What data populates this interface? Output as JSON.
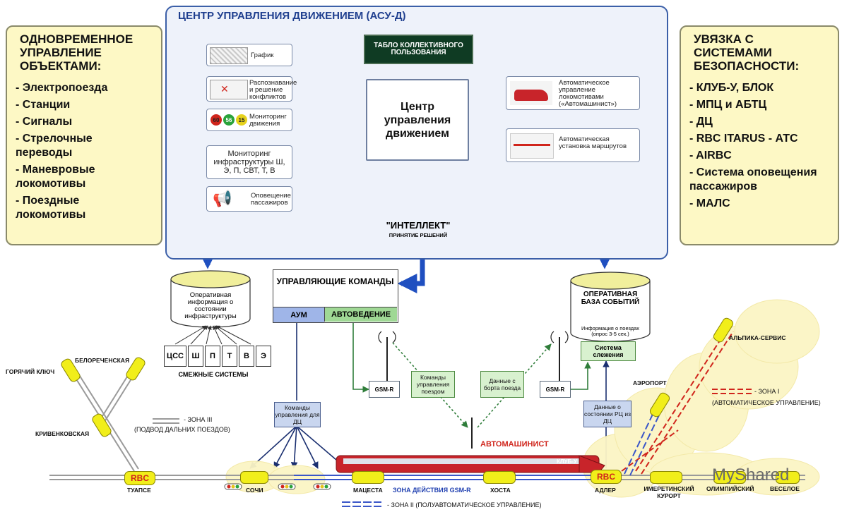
{
  "center": {
    "title": "ЦЕНТР УПРАВЛЕНИЯ ДВИЖЕНИЕМ (АСУ-Д)",
    "tablo": "ТАБЛО КОЛЛЕКТИВНОГО ПОЛЬЗОВАНИЯ",
    "main_block": "Центр управления движением",
    "modules": {
      "grafik": "График",
      "conflicts": "Распознавание и решение конфликтов",
      "monitoring_dv": "Мониторинг движения",
      "monitoring_infra": "Мониторинг инфраструктуры Ш, Э, П, СВТ, Т, В",
      "opoveshenie": "Оповещение пассажиров",
      "auto_loco": "Автоматическое управление локомотивами («Автомашинист»)",
      "auto_routes": "Автоматическая установка маршрутов"
    },
    "signals": [
      "60",
      "56",
      "15"
    ],
    "intellekt_title": "\"ИНТЕЛЛЕКТ\"",
    "intellekt_sub": "ПРИНЯТИЕ РЕШЕНИЙ"
  },
  "left_box": {
    "title": "ОДНОВРЕМЕННОЕ УПРАВЛЕНИЕ ОБЪЕКТАМИ:",
    "items": [
      "- Электропоезда",
      "- Станции",
      "- Сигналы",
      "- Стрелочные переводы",
      "- Маневровые локомотивы",
      "- Поездные локомотивы"
    ]
  },
  "right_box": {
    "title": "УВЯЗКА С СИСТЕМАМИ БЕЗОПАСНОСТИ:",
    "items": [
      "- КЛУБ-У, БЛОК",
      "- МПЦ и АБТЦ",
      "- ДЦ",
      "- RBC  ITARUS - АТС",
      "- AIRBC",
      "- Система оповещения пассажиров",
      "- МАЛС"
    ]
  },
  "lower": {
    "oper_info": "Оперативная информация о состоянии инфраструктуры",
    "smezh_cells": [
      "ЦСС",
      "Ш",
      "П",
      "Т",
      "В",
      "Э"
    ],
    "smezh_label": "СМЕЖНЫЕ СИСТЕМЫ",
    "upr_komandy": "УПРАВЛЯЮЩИЕ КОМАНДЫ",
    "aum": "АУМ",
    "avtovedenie": "АВТОВЕДЕНИЕ",
    "oper_baza": "ОПЕРАТИВНАЯ БАЗА СОБЫТИЙ",
    "oper_baza_sub": "Информация о поездах (опрос 3-5 сек.)",
    "sistema_slezh": "Система слежения",
    "gsm_left": "GSM-R",
    "gsm_right": "GSM-R",
    "komandy_poezdom": "Команды управления поездом",
    "dannye_borta": "Данные с борта поезда",
    "komandy_dc": "Команды управления для ДЦ",
    "dannye_rc": "Данные о состоянии РЦ из ДЦ",
    "avtomashinist": "АВТОМАШИНИСТ",
    "klub": "КЛУБ-У",
    "zona_gsm": "ЗОНА ДЕЙСТВИЯ GSM-R",
    "zona1": "- ЗОНА I",
    "zona1_sub": "(АВТОМАТИЧЕСКОЕ УПРАВЛЕНИЕ)",
    "zona2": "- ЗОНА II (ПОЛУАВТОМАТИЧЕСКОЕ УПРАВЛЕНИЕ)",
    "zona3": "- ЗОНА III",
    "zona3_sub": "(ПОДВОД ДАЛЬНИХ ПОЕЗДОВ)"
  },
  "stations": {
    "belorechenskaya": "БЕЛОРЕЧЕНСКАЯ",
    "goryachiy": "ГОРЯЧИЙ КЛЮЧ",
    "krivenkovskaya": "КРИВЕНКОВСКАЯ",
    "tuapse": "ТУАПСЕ",
    "sochi": "СОЧИ",
    "matsesta": "МАЦЕСТА",
    "khosta": "ХОСТА",
    "adler": "АДЛЕР",
    "imeretinsky": "ИМЕРЕТИНСКИЙ КУРОРТ",
    "olympic": "ОЛИМПИЙСКИЙ",
    "veseloe": "ВЕСЕЛОЕ",
    "airport": "АЭРОПОРТ",
    "alpika": "АЛЬПИКА-СЕРВИС"
  },
  "rbc_label": "RBC",
  "watermark": "MyShared"
}
